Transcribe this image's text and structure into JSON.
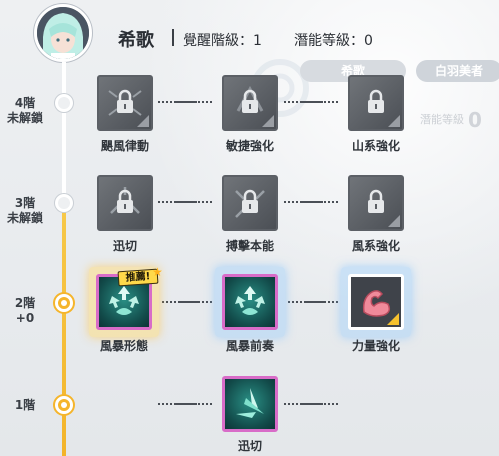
{
  "header": {
    "character_name": "希歌",
    "awakening_label": "覺醒階級：1",
    "potential_label": "潛能等級：0"
  },
  "background": {
    "ghost_tab_1": "希歌",
    "ghost_tab_2": "白羽美者",
    "ghost_potential_label": "潛能等級",
    "ghost_potential_value": "0"
  },
  "tiers": [
    {
      "label_line1": "4階",
      "label_line2": "未解鎖",
      "state": "locked"
    },
    {
      "label_line1": "3階",
      "label_line2": "未解鎖",
      "state": "locked"
    },
    {
      "label_line1": "2階",
      "label_line2": "+0",
      "state": "unlocked"
    },
    {
      "label_line1": "1階",
      "label_line2": "",
      "state": "unlocked"
    }
  ],
  "skills": {
    "t4": [
      "颶風律動",
      "敏捷強化",
      "山系強化"
    ],
    "t3": [
      "迅切",
      "搏擊本能",
      "風系強化"
    ],
    "t2": [
      "風暴形態",
      "風暴前奏",
      "力量強化"
    ],
    "t1": [
      "迅切"
    ]
  },
  "recommend_badge": "推薦!",
  "colors": {
    "gold_track": "#f5b52c",
    "locked_tile": "#5c6066",
    "teal_tile": "#1a6b66",
    "pink_frame": "#d86cc8"
  }
}
